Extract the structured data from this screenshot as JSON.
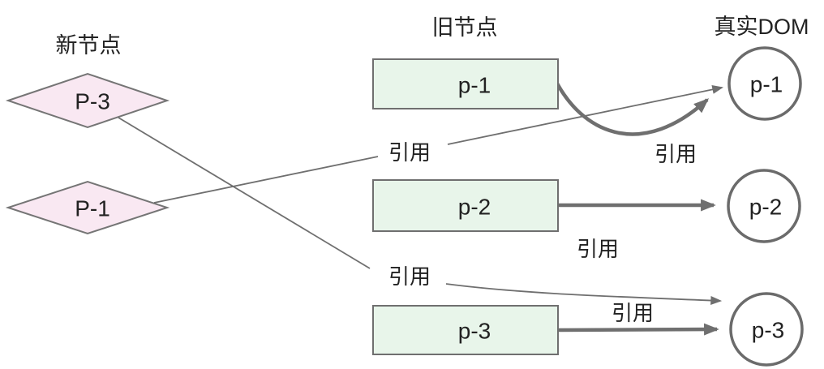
{
  "headings": {
    "new_nodes": "新节点",
    "old_nodes": "旧节点",
    "real_dom": "真实DOM"
  },
  "new_nodes": [
    {
      "label": "P-3"
    },
    {
      "label": "P-1"
    }
  ],
  "old_nodes": [
    {
      "label": "p-1"
    },
    {
      "label": "p-2"
    },
    {
      "label": "p-3"
    }
  ],
  "dom_nodes": [
    {
      "label": "p-1"
    },
    {
      "label": "p-2"
    },
    {
      "label": "p-3"
    }
  ],
  "edge_labels": {
    "new_p1_to_dom_p1": "引用",
    "old_p1_to_dom_p1": "引用",
    "old_p2_to_dom_p2": "引用",
    "new_p3_to_dom_p3": "引用",
    "old_p3_to_dom_p3": "引用"
  },
  "colors": {
    "diamond_fill": "#f9e8f2",
    "diamond_stroke": "#757575",
    "rect_fill": "#e8f5ea",
    "rect_stroke": "#6f6f6f",
    "circle_stroke": "#6b6b6b",
    "line": "#6f6f6f",
    "text": "#222222"
  }
}
